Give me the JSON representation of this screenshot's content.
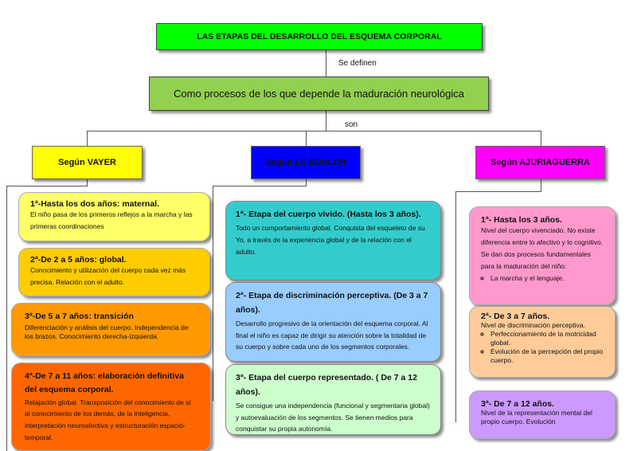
{
  "title": "LAS ETAPAS DEL DESARROLLO DEL ESQUEMA CORPORAL",
  "connector_1": "Se definen",
  "definition": "Como procesos de los que  depende  la maduración neurológica",
  "connector_2": "son",
  "columns": {
    "vayer": {
      "heading": "Según VAYER",
      "color": "#ffff00",
      "stages": [
        {
          "title": "1ª-Hasta los dos años: maternal.",
          "text": "El niño pasa de los primeros reflejos a la marcha y las primeras coordinaciones",
          "color": "#ffff66"
        },
        {
          "title": "2ª-De 2 a 5 años: global.",
          "text": "Conocimiento y utilización del cuerpo cada vez más precisa. Relación con el adulto.",
          "color": "#ffcc00"
        },
        {
          "title": "3ª-De 5 a 7 años: transición",
          "text": "Diferenciación y análisis del cuerpo. Independencia de los  brazos. Conocimiento derecha-izquierda.",
          "color": "#ff9900"
        },
        {
          "title": "4ª-De 7 a 11 años: elaboración definitiva del esquema corporal.",
          "text": "Relajación global. Transposición  del conocimiento de sí al conocimiento de los demás, de la inteligencia, interpretación neuroafectiva y estructuración espacio-temporal.",
          "color": "#ff6600"
        }
      ]
    },
    "leboulch": {
      "heading": "Según LE BOULCH",
      "color": "#0000ff",
      "stages": [
        {
          "title": "1ª- Etapa del cuerpo vivido. (Hasta los 3 años).",
          "text": "Todo un comportamiento global. Conquista del esqueleto de su Yo, a través de la experiencia global y de la relación con el adulto.",
          "color": "#33cccc"
        },
        {
          "title": "2ª- Etapa de discriminación perceptiva. (De 3 a 7 años).",
          "text": "Desarrollo progresivo de la orientación del esquema corporal. Al final el niño es capaz de dirigir su atención sobre la totalidad de su cuerpo y sobre cada uno de los segmentos corporales.",
          "color": "#99ccff"
        },
        {
          "title": "3ª- Etapa del cuerpo representado. ( De 7 a 12 años).",
          "text": "Se consigue una independencia (funcional y segmentaria global) y autoevaluación de los segmentos. Se tienen medios para conquistar su propia autonomía.",
          "color": "#ccffcc"
        }
      ]
    },
    "ajuriaguerra": {
      "heading": "Según AJURIAGUERRA",
      "color": "#ff00ff",
      "stage1": {
        "title": "1ª- Hasta los 3 años.",
        "text": "Nivel del cuerpo vivenciado. No existe diferencia entre lo afectivo y lo cognitivo. Se dan dos procesos fundamentales para la maduración del niño:",
        "bullets": [
          "La marcha y el lenguaje."
        ],
        "color": "#ff99cc"
      },
      "stage2": {
        "title": "2ª- De 3 a 7 años.",
        "text": "Nivel de discriminación perceptiva.",
        "bullets": [
          "Perfeccionamiento de la motricidad global.",
          "Evolución de la percepción del propio cuerpo."
        ],
        "color": "#ffcc99"
      },
      "stage3": {
        "title": "3ª- De 7 a 12 años.",
        "text": "Nivel de la representación mental del propio cuerpo. Evolución",
        "color": "#cc99ff"
      }
    }
  }
}
